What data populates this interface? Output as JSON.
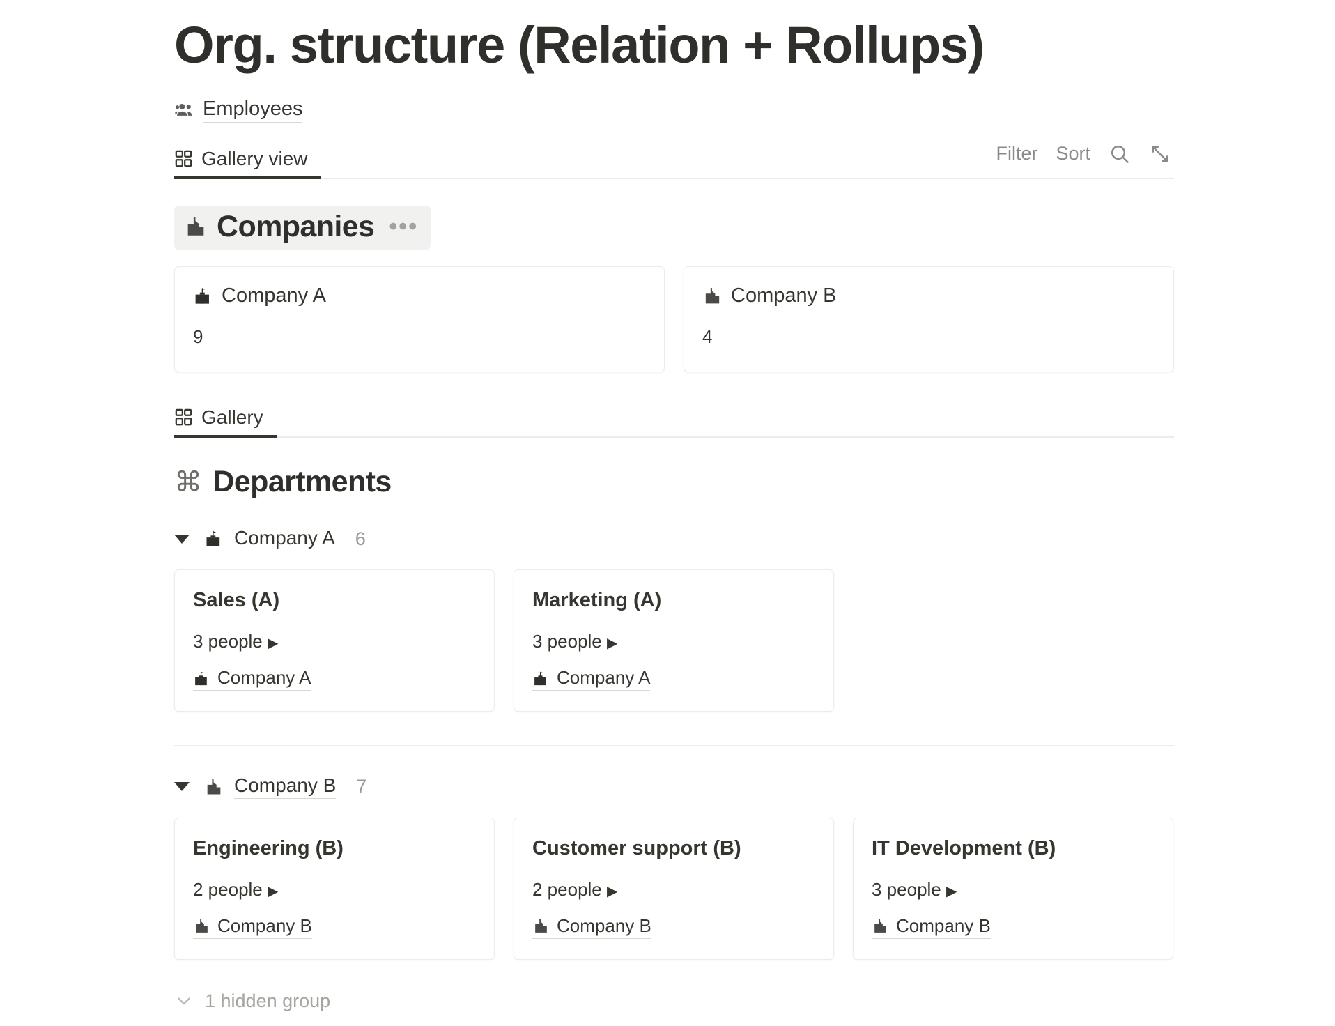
{
  "page": {
    "title": "Org. structure (Relation + Rollups)"
  },
  "breadcrumb": {
    "icon": "people-icon",
    "label": "Employees"
  },
  "toolbar": {
    "view_tab_label": "Gallery view",
    "view_tab_icon": "gallery-grid-icon",
    "filter_label": "Filter",
    "sort_label": "Sort",
    "search_icon": "search-icon",
    "expand_icon": "expand-diagonal-icon"
  },
  "companies_section": {
    "icon": "city-building-icon",
    "title": "Companies",
    "overflow_label": "•••",
    "cards": [
      {
        "icon": "office-building-flag-icon",
        "title": "Company A",
        "rollup": "9"
      },
      {
        "icon": "city-building-icon",
        "title": "Company B",
        "rollup": "4"
      }
    ]
  },
  "departments_view": {
    "view_tab_label": "Gallery",
    "view_tab_icon": "gallery-grid-icon",
    "db_icon": "command-loop-icon",
    "db_title": "Departments",
    "groups": [
      {
        "icon": "office-building-flag-icon",
        "label": "Company A",
        "count": "6",
        "cards": [
          {
            "title": "Sales (A)",
            "people": "3 people",
            "expand_glyph": "▶",
            "relation_icon": "office-building-flag-icon",
            "relation": "Company A"
          },
          {
            "title": "Marketing (A)",
            "people": "3 people",
            "expand_glyph": "▶",
            "relation_icon": "office-building-flag-icon",
            "relation": "Company A"
          }
        ]
      },
      {
        "icon": "city-building-icon",
        "label": "Company B",
        "count": "7",
        "cards": [
          {
            "title": "Engineering (B)",
            "people": "2 people",
            "expand_glyph": "▶",
            "relation_icon": "city-building-icon",
            "relation": "Company B"
          },
          {
            "title": "Customer support (B)",
            "people": "2 people",
            "expand_glyph": "▶",
            "relation_icon": "city-building-icon",
            "relation": "Company B"
          },
          {
            "title": "IT Development (B)",
            "people": "3 people",
            "expand_glyph": "▶",
            "relation_icon": "city-building-icon",
            "relation": "Company B"
          }
        ]
      }
    ],
    "hidden_groups_label": "1 hidden group",
    "hidden_groups_icon": "chevron-down-icon"
  },
  "colors": {
    "text": "#37352f",
    "muted": "#9b9a97",
    "border": "#ececeb",
    "highlight_bg": "#f1f1ef"
  }
}
